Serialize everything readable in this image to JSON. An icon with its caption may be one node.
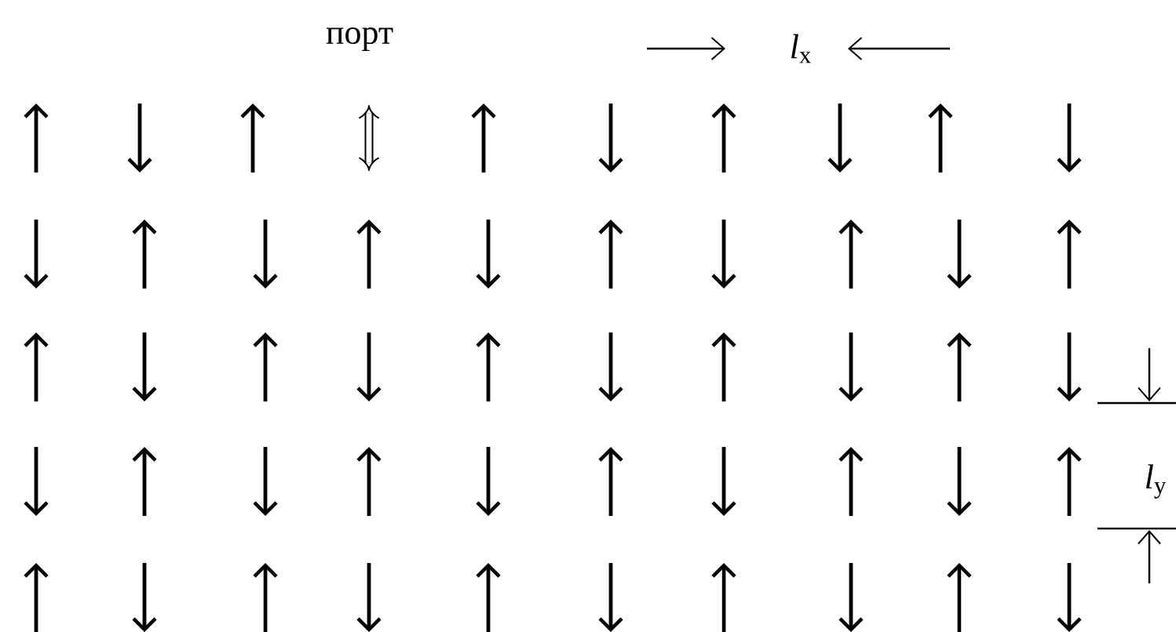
{
  "diagram": {
    "labels": [
      "порт",
      "*l*$_{x}$",
      "*l*$_{y}$"
    ]
  }
}
